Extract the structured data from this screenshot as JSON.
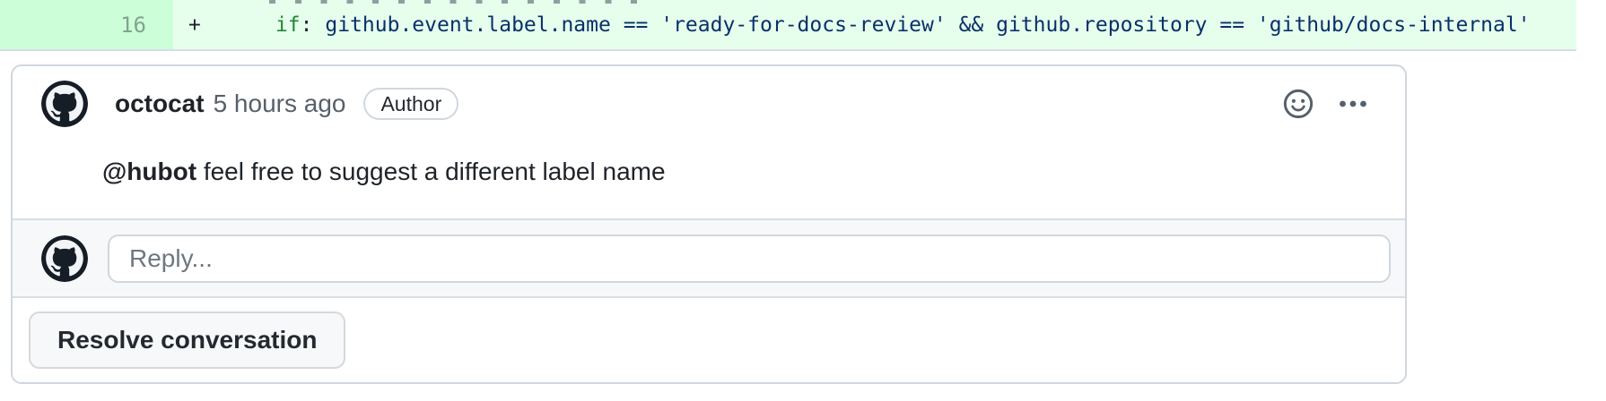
{
  "diff_line": {
    "line_number": "16",
    "marker": "+",
    "indent": "      ",
    "keyword": "if",
    "colon": ":",
    "expression": " github.event.label.name == 'ready-for-docs-review' && github.repository == 'github/docs-internal'"
  },
  "comment": {
    "author": "octocat",
    "timestamp": "5 hours ago",
    "badge": "Author",
    "mention": "@hubot",
    "body": " feel free to suggest a different label name"
  },
  "reply": {
    "placeholder": "Reply..."
  },
  "actions": {
    "resolve": "Resolve conversation"
  },
  "icons": {
    "avatar": "octocat-avatar",
    "reaction": "smiley-icon",
    "menu": "kebab-icon"
  },
  "colors": {
    "addition_bg": "#e6ffec",
    "addition_gutter_bg": "#ccffd8",
    "keyword_green": "#22863a",
    "code_navy": "#0a3069",
    "card_border": "#d0d7de",
    "muted_bg": "#f6f8fa",
    "text_primary": "#1f2328",
    "text_muted": "#57606a"
  }
}
